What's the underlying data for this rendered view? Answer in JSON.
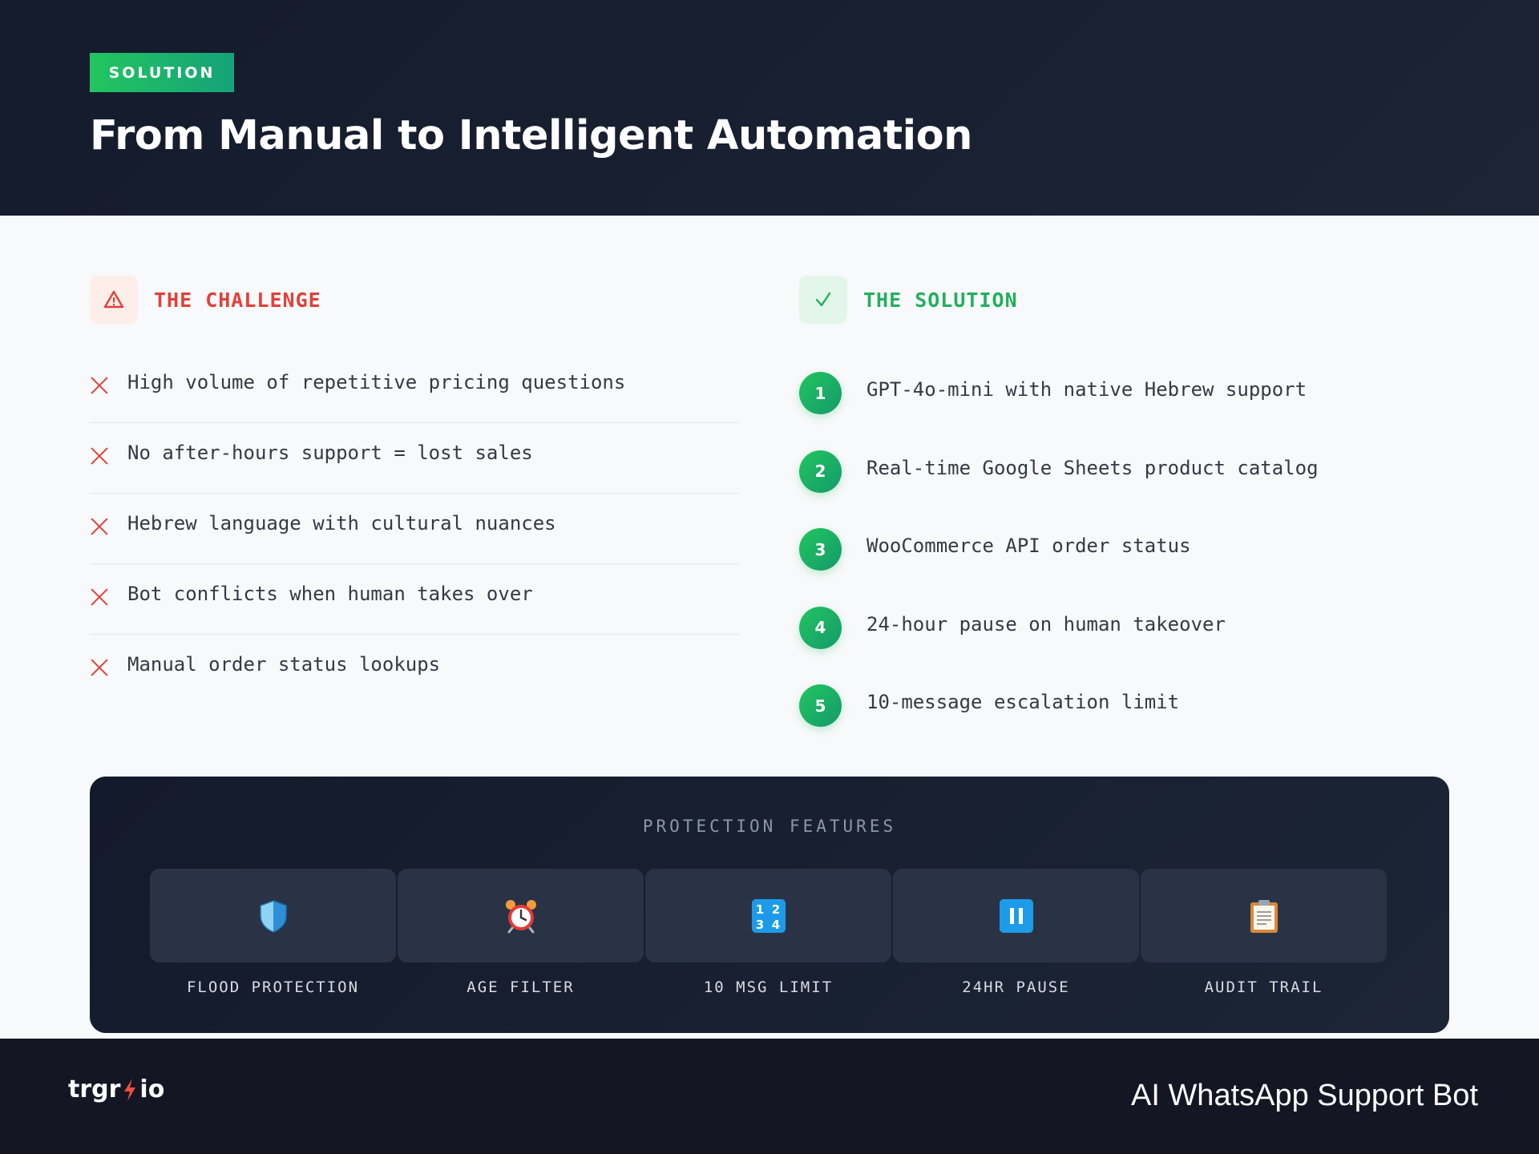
{
  "header": {
    "tag": "SOLUTION",
    "title": "From Manual to Intelligent Automation"
  },
  "challenge": {
    "icon": "warning-icon",
    "title": "THE CHALLENGE",
    "items": [
      "High volume of repetitive pricing questions",
      "No after-hours support = lost sales",
      "Hebrew language with cultural nuances",
      "Bot conflicts when human takes over",
      "Manual order status lookups"
    ]
  },
  "solution": {
    "icon": "check-icon",
    "title": "THE SOLUTION",
    "items": [
      {
        "num": "1",
        "text": "GPT-4o-mini with native Hebrew support"
      },
      {
        "num": "2",
        "text": "Real-time Google Sheets product catalog"
      },
      {
        "num": "3",
        "text": "WooCommerce API order status"
      },
      {
        "num": "4",
        "text": "24-hour pause on human takeover"
      },
      {
        "num": "5",
        "text": "10-message escalation limit"
      }
    ]
  },
  "protection": {
    "title": "PROTECTION FEATURES",
    "features": [
      {
        "icon": "shield-icon",
        "label": "FLOOD PROTECTION"
      },
      {
        "icon": "alarm-clock-icon",
        "label": "AGE FILTER"
      },
      {
        "icon": "numbers-icon",
        "label": "10 MSG LIMIT"
      },
      {
        "icon": "pause-icon",
        "label": "24HR PAUSE"
      },
      {
        "icon": "clipboard-icon",
        "label": "AUDIT TRAIL"
      }
    ]
  },
  "footer": {
    "logo_left": "trgr",
    "logo_right": "io",
    "title": "AI WhatsApp Support Bot"
  },
  "colors": {
    "accent_green": "#22c55e",
    "accent_red": "#e0413a",
    "dark_navy": "#141b2d"
  }
}
